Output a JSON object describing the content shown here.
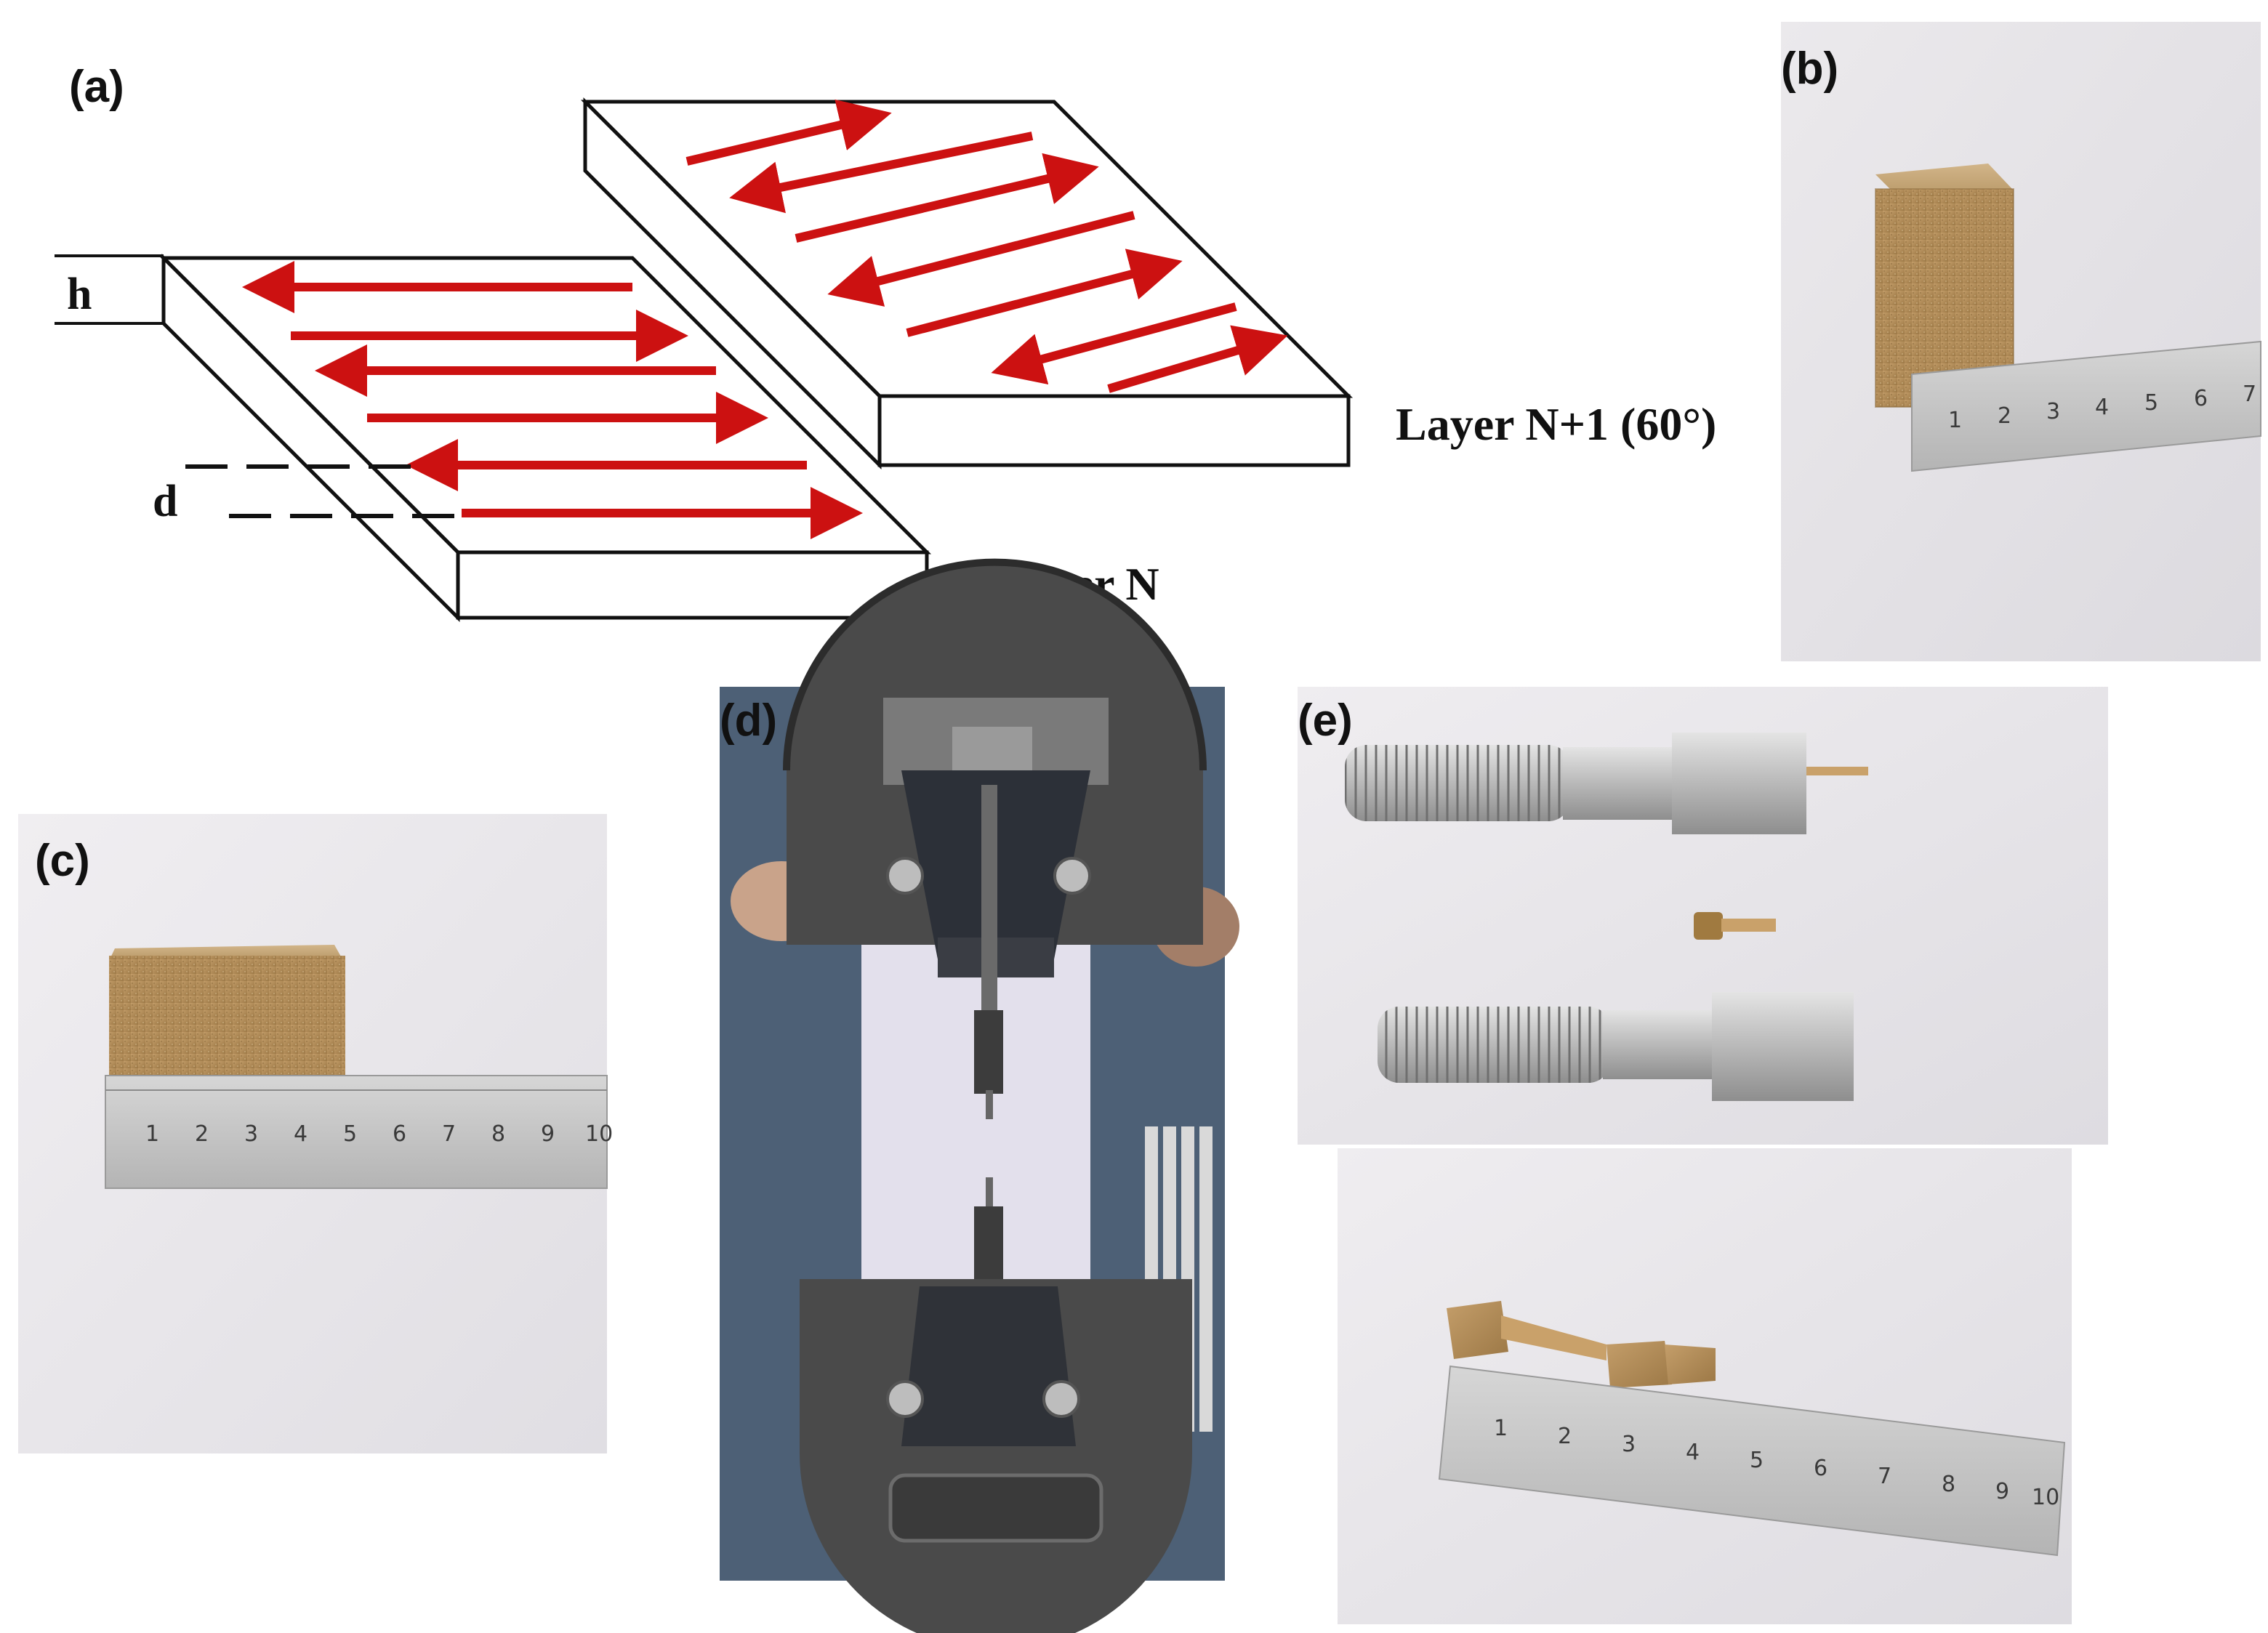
{
  "panels": {
    "a": {
      "letter": "(a)",
      "h_label": "h",
      "d_label": "d",
      "layer_n": "Layer N",
      "layer_n1": "Layer N+1 (60°)"
    },
    "b": {
      "letter": "(b)",
      "ruler_numbers": [
        "1",
        "2",
        "3",
        "4",
        "5",
        "6",
        "7"
      ]
    },
    "c": {
      "letter": "(c)",
      "ruler_numbers": [
        "1",
        "2",
        "3",
        "4",
        "5",
        "6",
        "7",
        "8",
        "9",
        "10"
      ]
    },
    "d": {
      "letter": "(d)"
    },
    "e": {
      "letter": "(e)",
      "ruler_numbers": [
        "1",
        "2",
        "3",
        "4",
        "5",
        "6",
        "7",
        "8",
        "9",
        "10"
      ]
    }
  },
  "colors": {
    "scan_arrow": "#cc1111",
    "brass": "#b08a54",
    "steel": "#b8b8b8",
    "photo_bg": "#e6e4e8"
  },
  "icons": [
    "scan-direction-arrow",
    "steel-ruler",
    "tensile-grip",
    "threaded-holder",
    "dog-bone-specimen"
  ]
}
